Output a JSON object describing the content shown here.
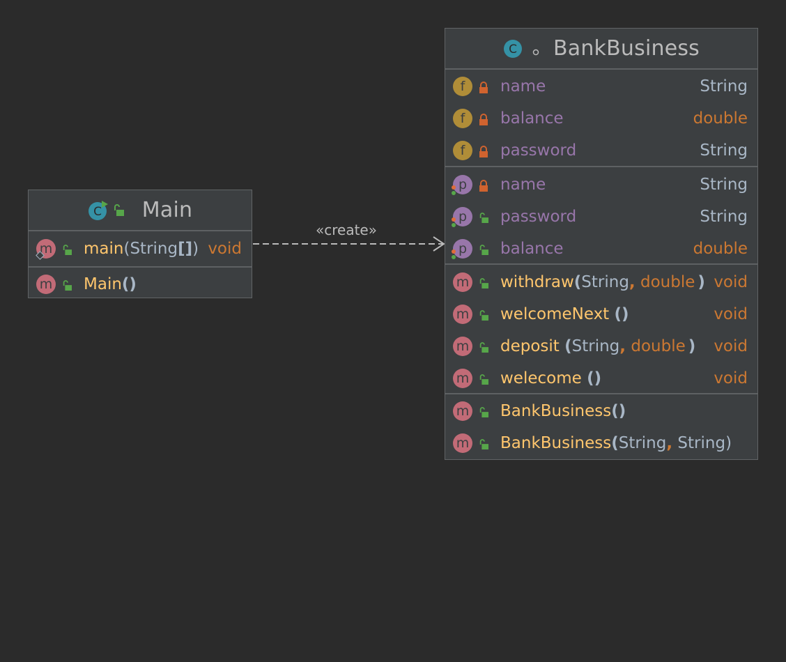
{
  "diagram": {
    "edge": {
      "label": "«create»"
    },
    "main_class": {
      "title": "Main",
      "methods": [
        {
          "name": "main",
          "open": "(",
          "param": "String",
          "brackets": "[]",
          "close": ")",
          "ret": "void"
        }
      ],
      "constructors": [
        {
          "name": "Main",
          "parens": "()"
        }
      ]
    },
    "bank_class": {
      "title": "BankBusiness",
      "fields": [
        {
          "name": "name",
          "type": "String"
        },
        {
          "name": "balance",
          "type": "double"
        },
        {
          "name": "password",
          "type": "String"
        }
      ],
      "properties": [
        {
          "name": "name",
          "type": "String"
        },
        {
          "name": "password",
          "type": "String"
        },
        {
          "name": "balance",
          "type": "double"
        }
      ],
      "methods": [
        {
          "name": "withdraw",
          "open": "(",
          "p1": "String",
          "comma": ",",
          "p2": "double",
          "close": ")",
          "ret": "void"
        },
        {
          "name": "welcomeNext",
          "parens": "()",
          "ret": "void"
        },
        {
          "name": "deposit",
          "open": "(",
          "p1": "String",
          "comma": ",",
          "p2": "double",
          "close": ")",
          "ret": "void"
        },
        {
          "name": "welecome",
          "parens": "()",
          "ret": "void"
        }
      ],
      "constructors": [
        {
          "name": "BankBusiness",
          "parens": "()"
        },
        {
          "name": "BankBusiness",
          "open": "(",
          "p1": "String",
          "comma": ",",
          "p2": "String",
          "close": ")"
        }
      ]
    }
  },
  "colors": {
    "background": "#2b2b2b",
    "box": "#3c3f41",
    "field_icon": "#b08d38",
    "property_icon": "#9876aa",
    "method_icon": "#c26b77",
    "class_icon": "#3592a6",
    "keyword_orange": "#cc7832",
    "method_yellow": "#ffc66d",
    "field_purple": "#9876aa",
    "lock_red": "#d0632f",
    "lock_green": "#57a64a"
  },
  "icons": {
    "class": "class-c-icon",
    "runnable_class": "runnable-class-icon",
    "field": "field-f-icon",
    "property": "property-p-icon",
    "method": "method-m-icon",
    "private": "private-lock-icon",
    "public": "public-unlock-icon"
  }
}
